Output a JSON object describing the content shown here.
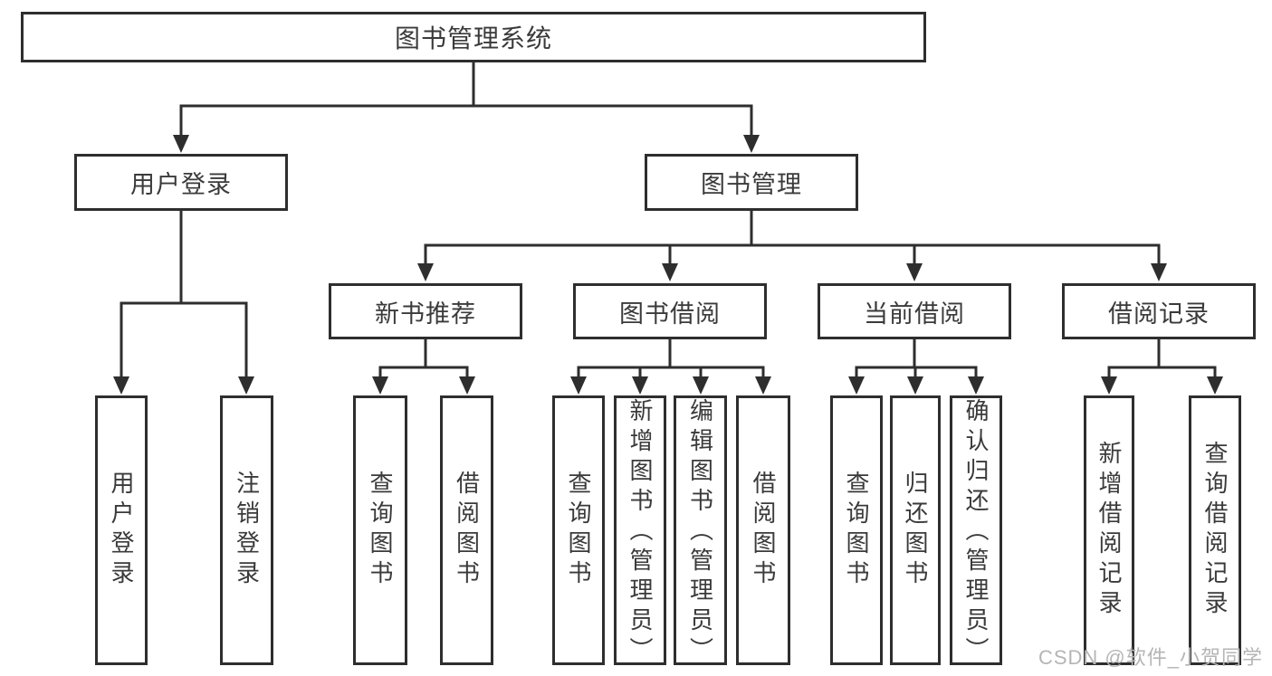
{
  "diagram": {
    "root": {
      "label": "图书管理系统"
    },
    "branches": [
      {
        "label": "用户登录",
        "children": [
          {
            "label": "用户登录"
          },
          {
            "label": "注销登录"
          }
        ]
      },
      {
        "label": "图书管理",
        "children": [
          {
            "label": "新书推荐",
            "children": [
              {
                "label": "查询图书"
              },
              {
                "label": "借阅图书"
              }
            ]
          },
          {
            "label": "图书借阅",
            "children": [
              {
                "label": "查询图书"
              },
              {
                "label": "新增图书（管理员）"
              },
              {
                "label": "编辑图书（管理员）"
              },
              {
                "label": "借阅图书"
              }
            ]
          },
          {
            "label": "当前借阅",
            "children": [
              {
                "label": "查询图书"
              },
              {
                "label": "归还图书"
              },
              {
                "label": "确认归还（管理员）"
              }
            ]
          },
          {
            "label": "借阅记录",
            "children": [
              {
                "label": "新增借阅记录"
              },
              {
                "label": "查询借阅记录"
              }
            ]
          }
        ]
      }
    ]
  },
  "watermark": {
    "text": "CSDN @软件_小贺同学"
  },
  "colors": {
    "line": "#2e2e2e",
    "text": "#3a3a3a",
    "background": "#ffffff",
    "watermark": "#b5b5b5"
  }
}
